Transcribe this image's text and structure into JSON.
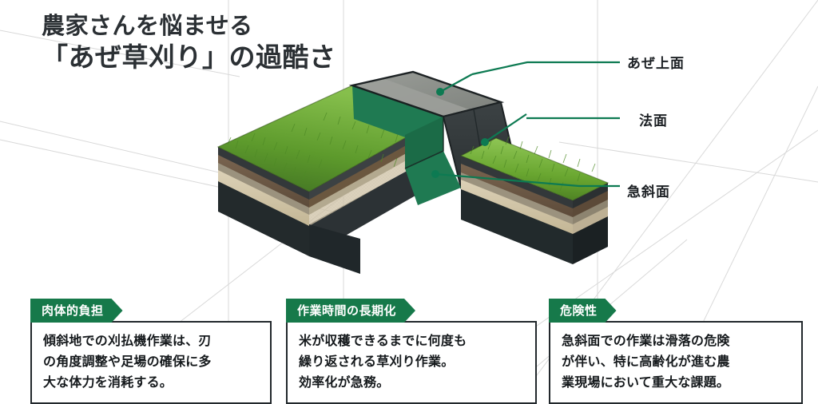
{
  "page": {
    "title_line1": "農家さんを悩ませる",
    "title_line2": "「あぜ草刈り」の過酷さ",
    "background_color": "#ffffff",
    "accent_green": "#16794a",
    "callout_green": "#0d7a52",
    "title_color": "#2b3034"
  },
  "illustration": {
    "name": "rice-paddy-ridge-cross-section",
    "description": "あぜ（畦）の等角投影断面図。草に覆われた法面・急斜面と土層が見える。",
    "soil_layers": [
      {
        "name": "topsoil-dark",
        "color": "#3a3a38"
      },
      {
        "name": "subsoil-brown",
        "color": "#6e5a46"
      },
      {
        "name": "sand-layer",
        "color": "#cfc2a6"
      },
      {
        "name": "gravel-base",
        "color": "#8a8070"
      },
      {
        "name": "bedrock-dark",
        "color": "#2f3438"
      }
    ],
    "grass_colors": [
      "#7cb33f",
      "#56902c",
      "#3f6f22"
    ],
    "ridge_top_color": "#8a8d88",
    "slope_face_color": "#343a3c",
    "highlight_panel_color": "#1f7a52"
  },
  "callouts": [
    {
      "id": "top",
      "label": "あぜ上面"
    },
    {
      "id": "mid",
      "label": "法面"
    },
    {
      "id": "steep",
      "label": "急斜面"
    }
  ],
  "cards": [
    {
      "tag": "肉体的負担",
      "lines": [
        "傾斜地での刈払機作業は、刃",
        "の角度調整や足場の確保に多",
        "大な体力を消耗する。"
      ]
    },
    {
      "tag": "作業時間の長期化",
      "lines": [
        "米が収穫できるまでに何度も",
        "繰り返される草刈り作業。",
        "効率化が急務。"
      ]
    },
    {
      "tag": "危険性",
      "lines": [
        "急斜面での作業は滑落の危険",
        "が伴い、特に高齢化が進む農",
        "業現場において重大な課題。"
      ]
    }
  ]
}
